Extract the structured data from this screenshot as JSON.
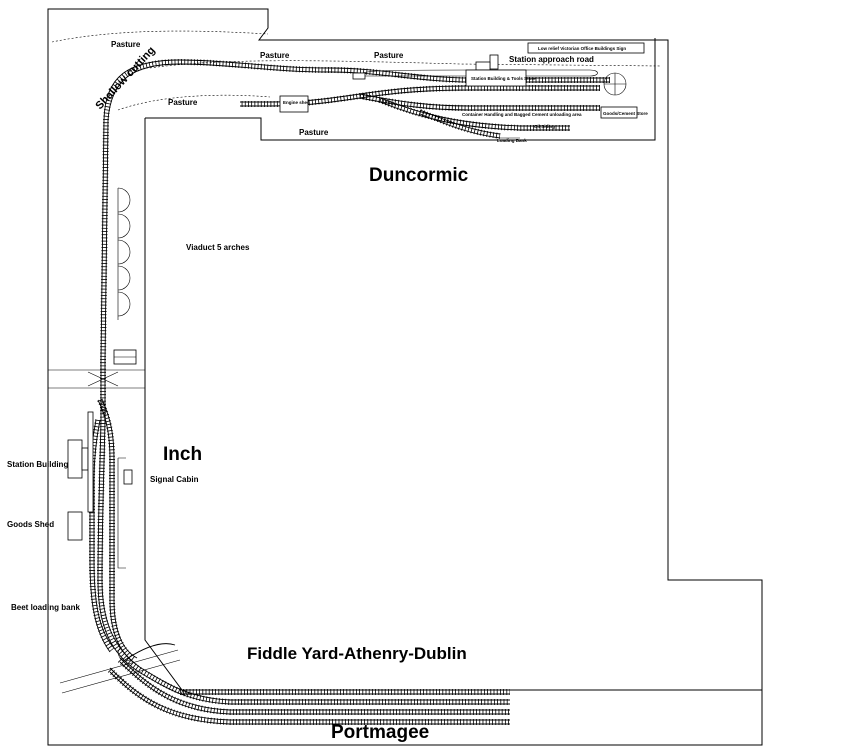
{
  "labels": {
    "duncormic": "Duncormic",
    "inch": "Inch",
    "fiddle_yard": "Fiddle Yard-Athenry-Dublin",
    "portmagee": "Portmagee",
    "pasture": "Pasture",
    "shallow_cutting": "Shallow cutting",
    "viaduct": "Viaduct 5 arches",
    "station_approach": "Station approach road",
    "low_relief": "Low relief Victorian Office Buildings Sign",
    "station_building_inch": "Station Building",
    "goods_shed": "Goods Shed",
    "beet_bank": "Beet loading bank",
    "signal_cabin": "Signal Cabin",
    "container_handling": "Container Handling and Bagged Cement unloading area",
    "oil_siding": "Oil Siding",
    "loading_bank": "Loading Bank",
    "station_building_tools": "Station Building & Tools Store",
    "goods_shed_small": "Goods/Cement Store",
    "engine_shed": "Engine shed"
  },
  "colors": {
    "line": "#000000",
    "background": "#ffffff"
  }
}
